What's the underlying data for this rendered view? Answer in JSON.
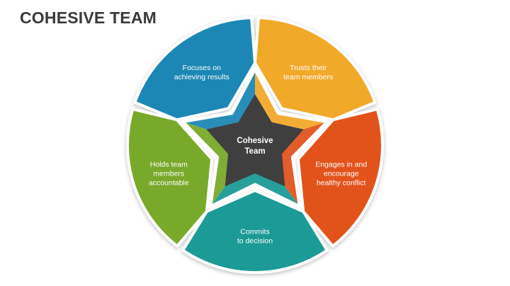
{
  "title": "COHESIVE TEAM",
  "center": {
    "lines": [
      "Cohesive",
      "Team"
    ]
  },
  "segments": [
    {
      "id": "achieving-results",
      "lines": [
        "Focuses on",
        "achieving results"
      ],
      "color": "#1E87B4"
    },
    {
      "id": "trust",
      "lines": [
        "Trusts their",
        "team members"
      ],
      "color": "#F1A92C"
    },
    {
      "id": "conflict",
      "lines": [
        "Engages in and",
        "encourage",
        "healthy conflict"
      ],
      "color": "#E2531F"
    },
    {
      "id": "commitment",
      "lines": [
        "Commits",
        "to decision"
      ],
      "color": "#1C9A96"
    },
    {
      "id": "accountability",
      "lines": [
        "Holds team",
        "members",
        "accountable"
      ],
      "color": "#79A92A"
    }
  ],
  "colors": {
    "star": "#3F3F3F",
    "title": "#3A3A3A"
  }
}
